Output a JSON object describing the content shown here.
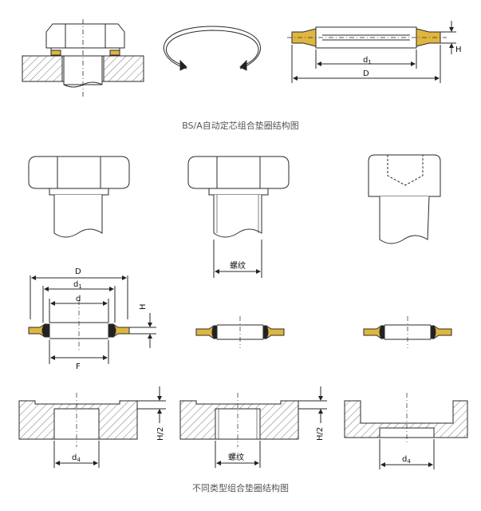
{
  "captions": {
    "top": "BS/A自动定芯组合垫圈结构图",
    "bottom": "不同类型组合垫圈结构图"
  },
  "labels": {
    "top_d1": "d",
    "top_d1_sub": "1",
    "top_D": "D",
    "top_H": "H",
    "big_D": "D",
    "big_d1": "d",
    "big_d1_sub": "1",
    "big_d": "d",
    "big_F": "F",
    "big_H": "H",
    "thread_mid": "螺纹",
    "bot_d4_left": "d",
    "bot_d4_left_sub": "4",
    "bot_H2_left": "H/2",
    "bot_thread": "螺纹",
    "bot_H2_mid": "H/2",
    "bot_d4_right": "d",
    "bot_d4_right_sub": "4"
  },
  "colors": {
    "line": "#2a2a2a",
    "rubber": "#e0b640",
    "hatch": "#555555"
  }
}
